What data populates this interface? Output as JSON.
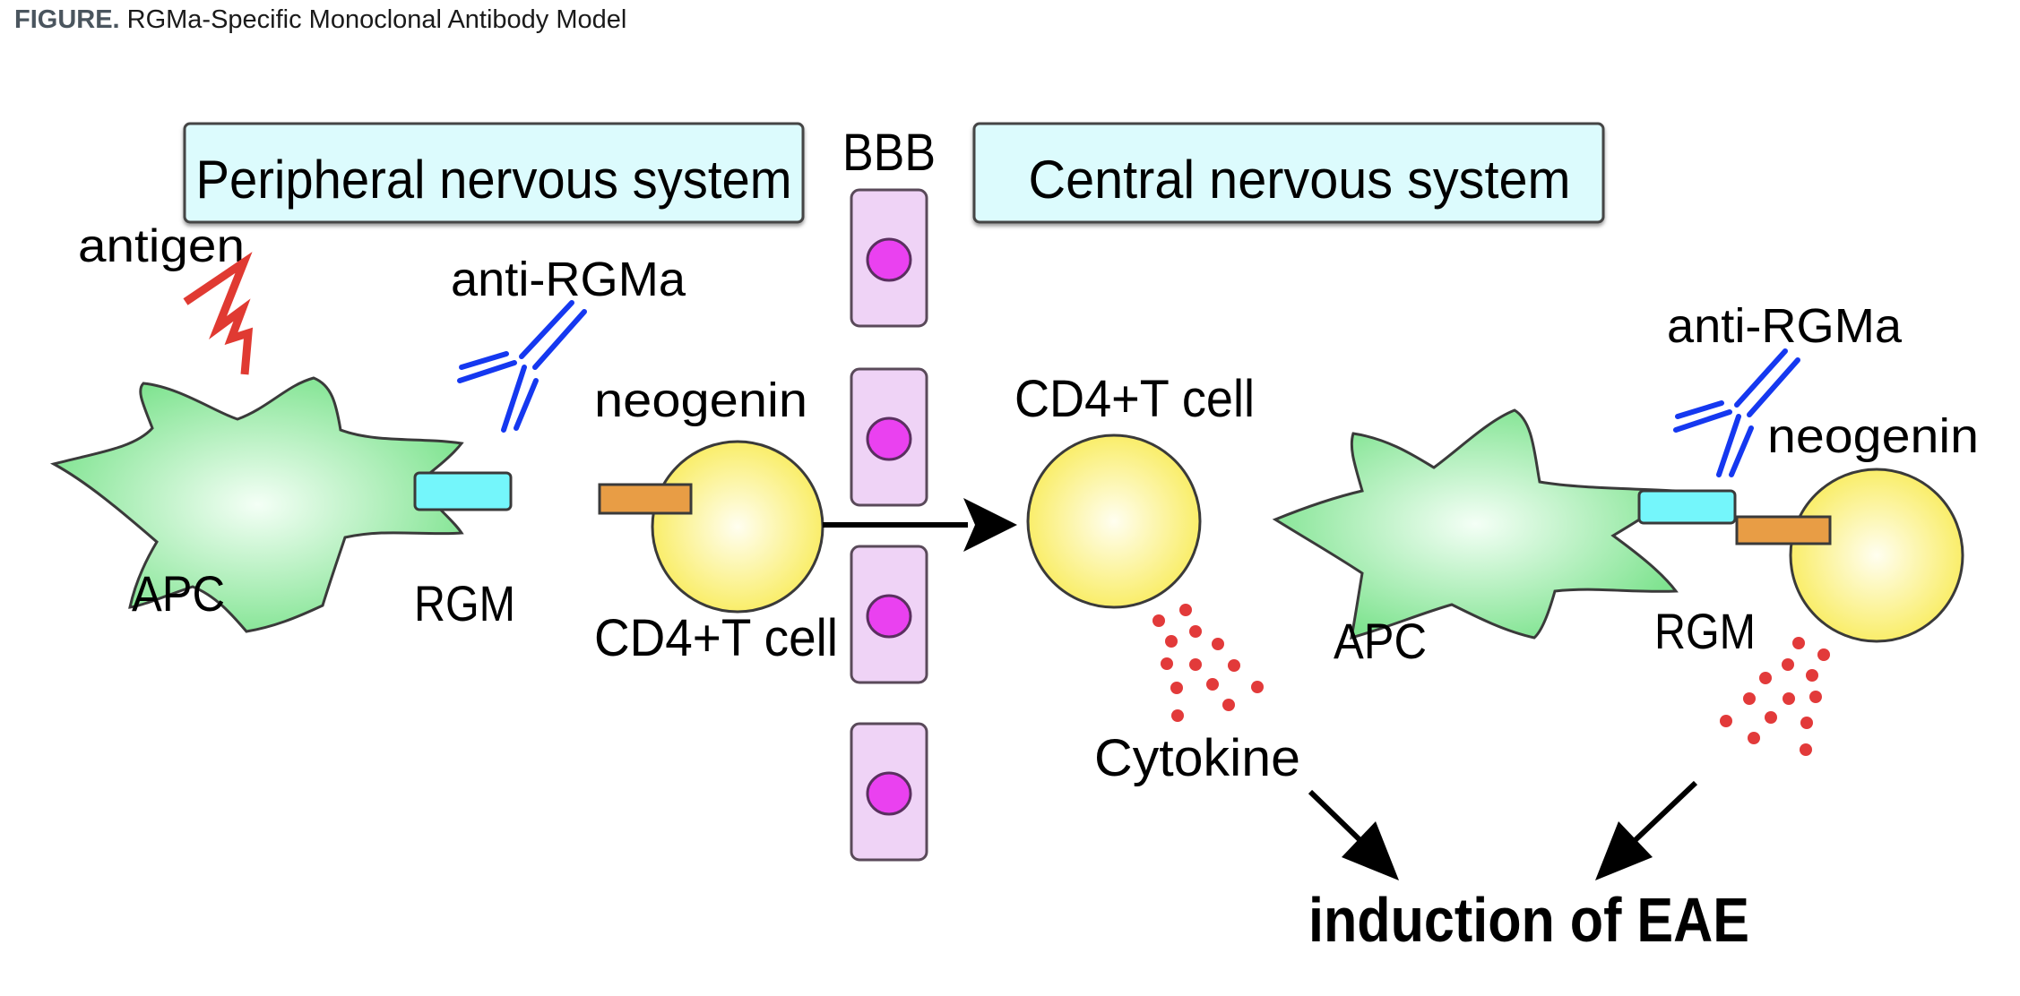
{
  "figure": {
    "label": "FIGURE.",
    "title": "RGMa-Specific Monoclonal Antibody Model"
  },
  "regions": {
    "peripheral": "Peripheral nervous system",
    "central": "Central nervous system",
    "barrier": "BBB"
  },
  "labels": {
    "antigen": "antigen",
    "anti_rgma_left": "anti-RGMa",
    "apc_left": "APC",
    "rgm_left": "RGM",
    "neogenin_left": "neogenin",
    "cd4_left": "CD4+T cell",
    "cd4_center": "CD4+T cell",
    "cytokine": "Cytokine",
    "anti_rgma_right": "anti-RGMa",
    "neogenin_right": "neogenin",
    "apc_right": "APC",
    "rgm_right": "RGM",
    "outcome": "induction of EAE"
  },
  "colors": {
    "region_box_fill": "#dcfbfd",
    "apc_fill": "#7ee38f",
    "t_cell_fill": "#f9ec5c",
    "rgm_fill": "#74f6fb",
    "neogenin_fill": "#e89d45",
    "antibody": "#1538f0",
    "antigen": "#e03a32",
    "bbb_cell_fill": "#efd3f6",
    "bbb_nucleus": "#ea41f0",
    "cytokine": "#e23a3a"
  }
}
